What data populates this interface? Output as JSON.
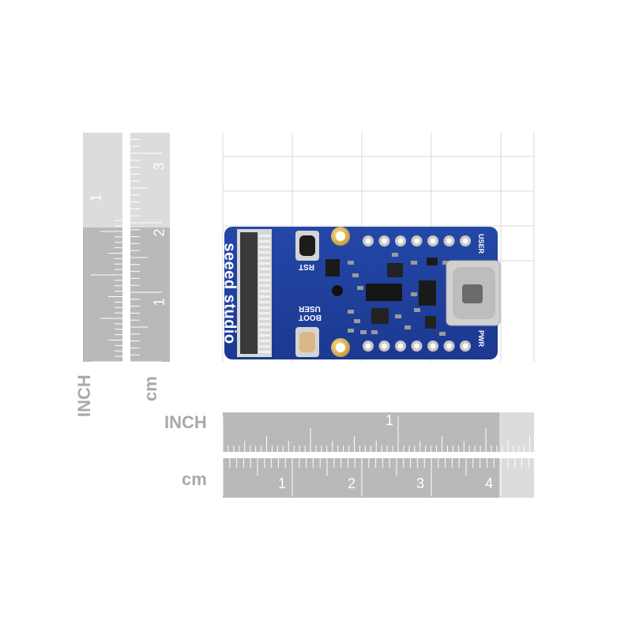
{
  "vertical_ruler": {
    "inch_label": "INCH",
    "cm_label": "cm",
    "inch_numbers": [
      "1"
    ],
    "cm_numbers": [
      "3",
      "2",
      "1"
    ]
  },
  "horizontal_ruler": {
    "inch_label": "INCH",
    "cm_label": "cm",
    "inch_numbers": [
      "1"
    ],
    "cm_numbers": [
      "1",
      "2",
      "3",
      "4"
    ]
  },
  "board": {
    "brand": "seeed studio",
    "rst_label": "RST",
    "boot_label": "BOOT",
    "user_label_left": "USER",
    "user_label_right": "USER",
    "pwr_label": "PWR"
  },
  "colors": {
    "pcb_blue": "#1e3f9e",
    "ruler_dark": "#b9b9b9",
    "ruler_light": "#dcdcdc",
    "label_gray": "#a9a9a9"
  }
}
